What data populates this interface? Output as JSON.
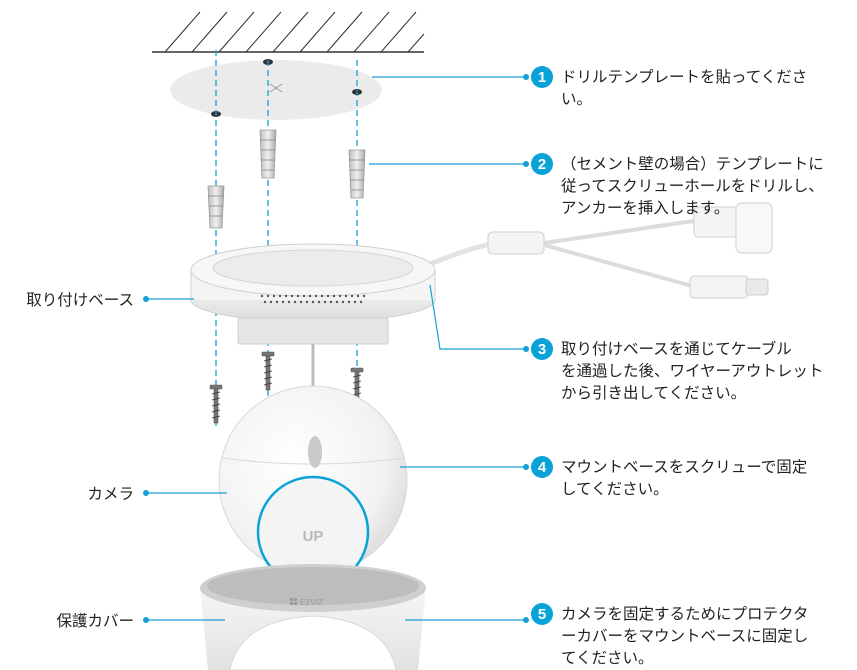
{
  "steps": [
    {
      "number": "1",
      "text": "ドリルテンプレートを貼ってくださ\nい。"
    },
    {
      "number": "2",
      "text": "（セメント壁の場合）テンプレートに\n従ってスクリューホールをドリルし、\nアンカーを挿入します。"
    },
    {
      "number": "3",
      "text": "取り付けベースを通じてケーブル\nを通過した後、ワイヤーアウトレット\nから引き出してください。"
    },
    {
      "number": "4",
      "text": "マウントベースをスクリューで固定\nしてください。"
    },
    {
      "number": "5",
      "text": "カメラを固定するためにプロテクタ\nーカバーをマウントベースに固定し\nてください。"
    }
  ],
  "parts": {
    "mount_base": "取り付けベース",
    "camera": "カメラ",
    "cover": "保護カバー"
  },
  "device_text": {
    "up_label": "UP",
    "brand": "EZVIZ"
  },
  "colors": {
    "accent": "#0aa3d8",
    "leader": "#1a9fd4"
  }
}
